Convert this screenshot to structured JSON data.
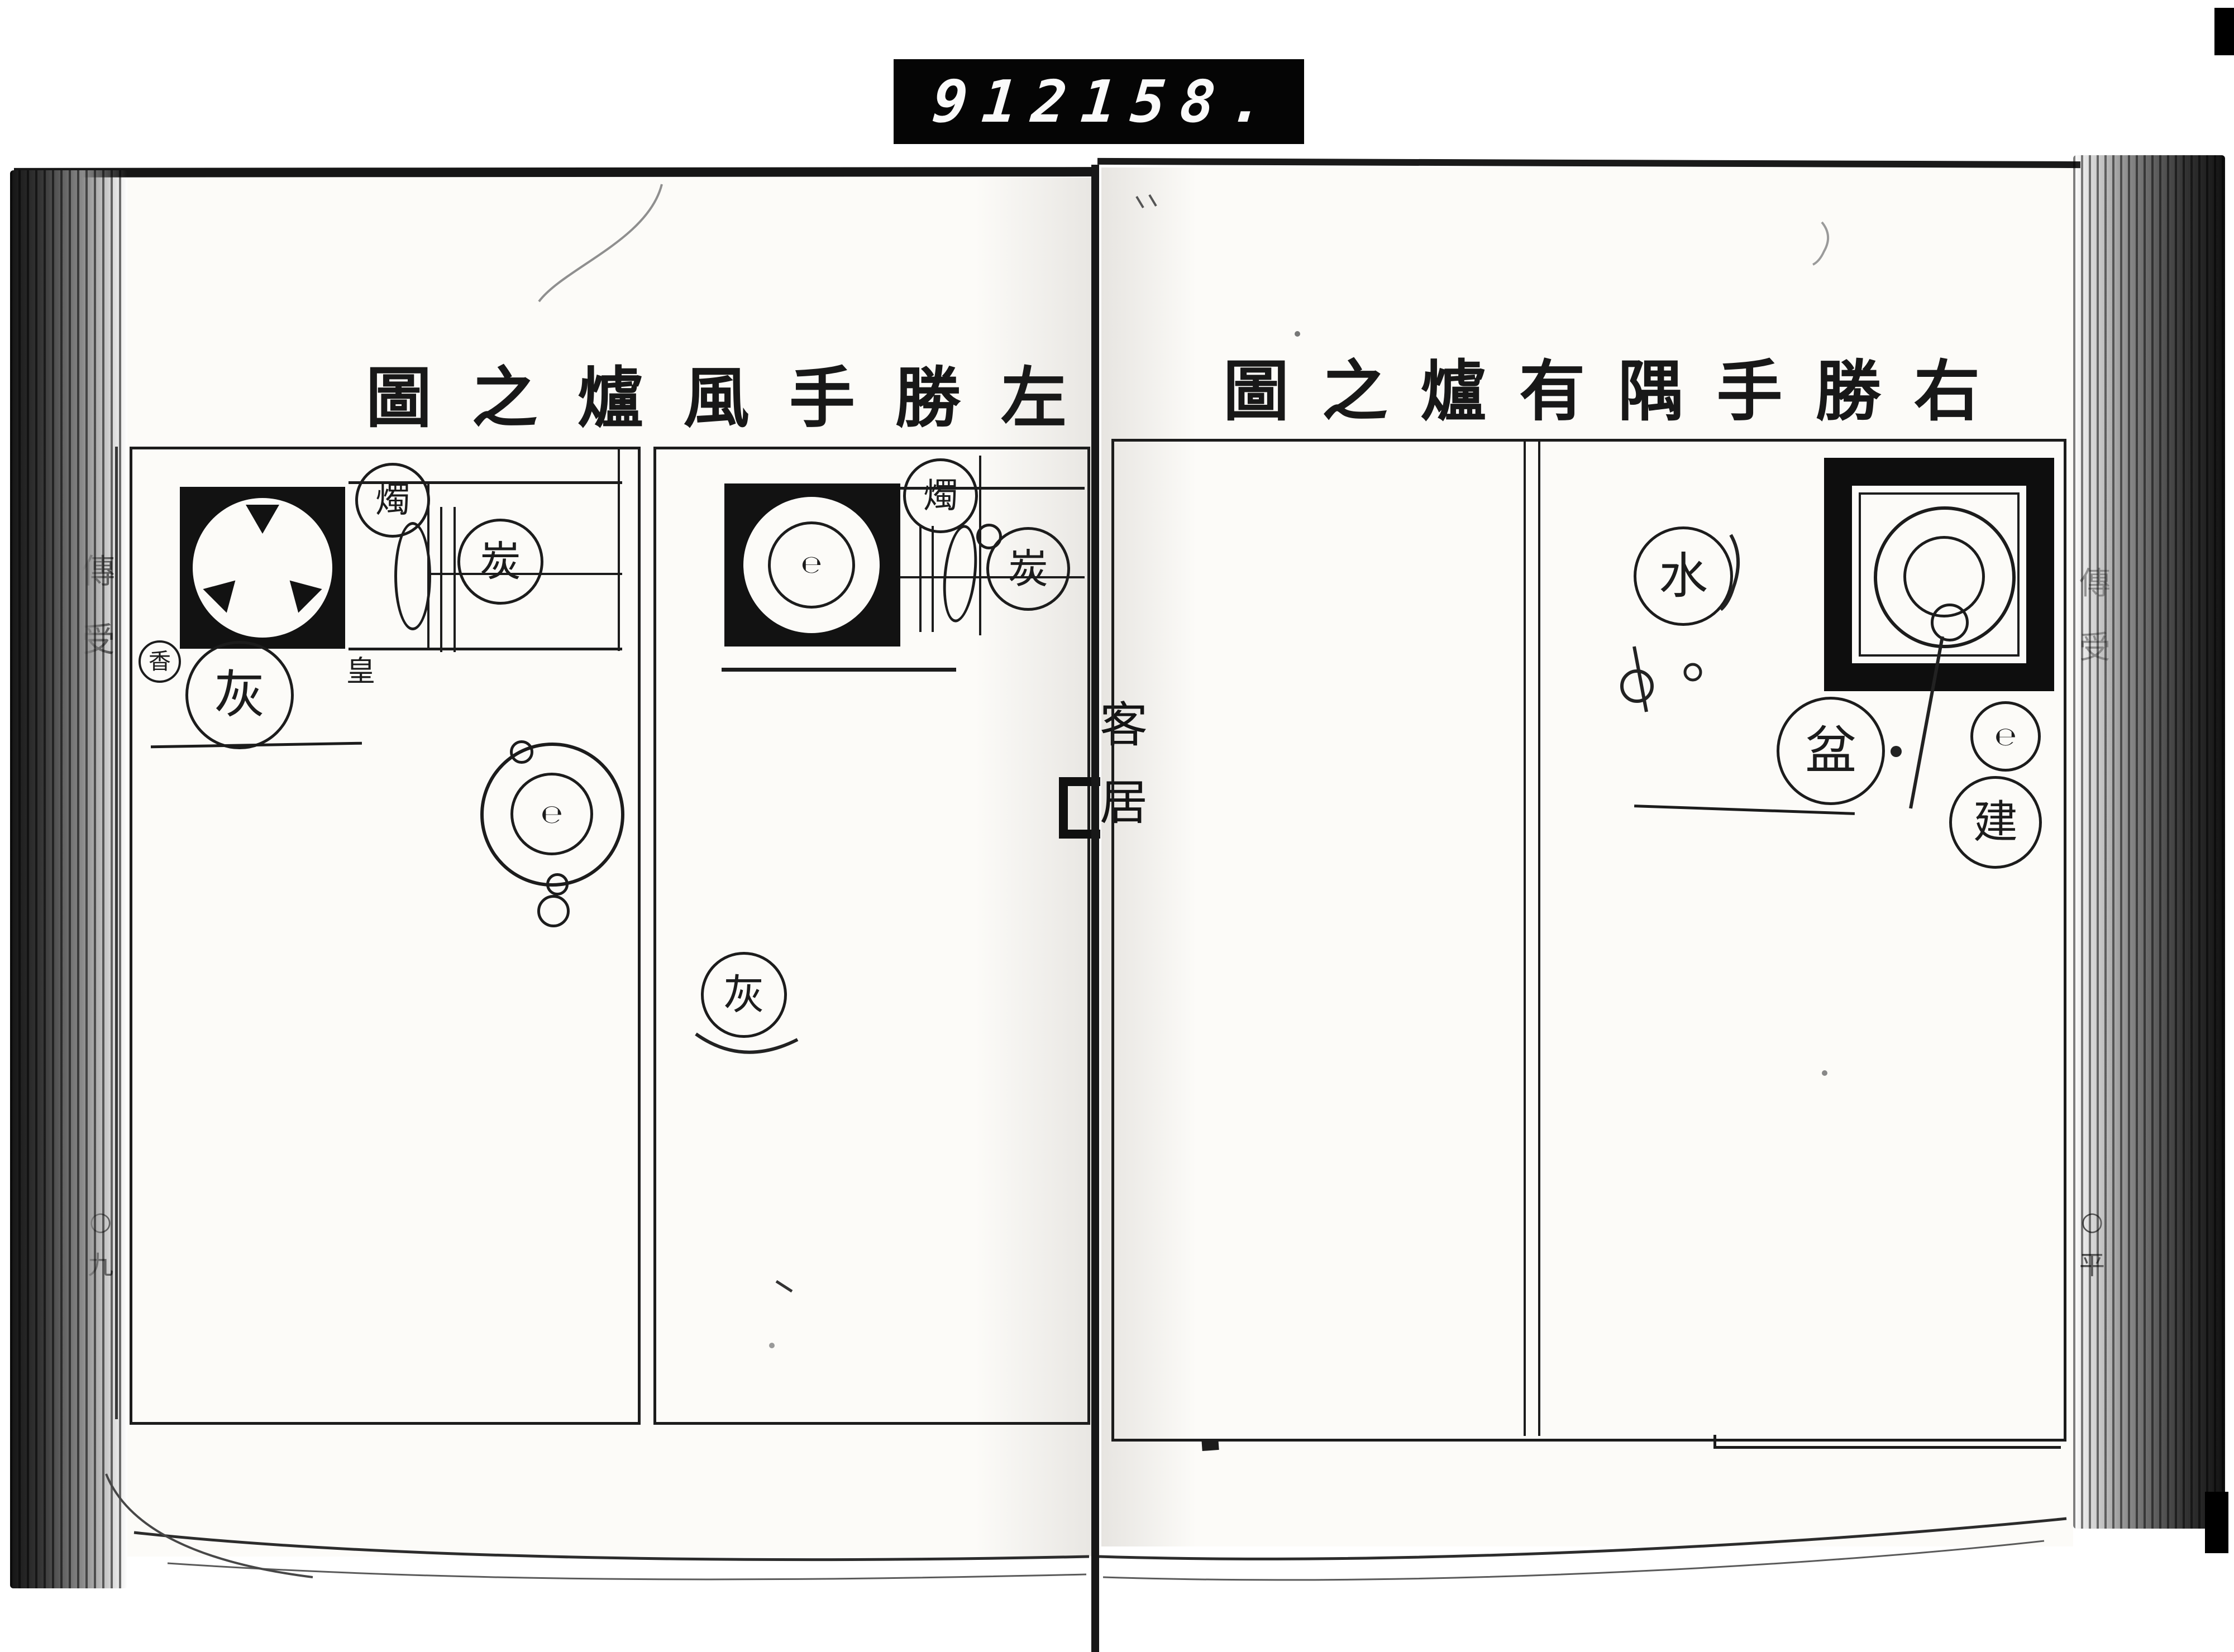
{
  "counter": {
    "left_digits": "912",
    "right_digits": "158."
  },
  "left_page": {
    "title": "左勝手風爐之圖",
    "title_display": [
      "圖",
      "之",
      "爐",
      "風",
      "手",
      "勝",
      "左"
    ],
    "diagram1": {
      "labels": {
        "candle": "燭",
        "charcoal": "炭",
        "incense": "香",
        "ash": "灰",
        "small_note": "皇"
      },
      "kettle_mark": "℮"
    },
    "diagram2": {
      "labels": {
        "candle": "燭",
        "charcoal": "炭",
        "ash": "灰"
      },
      "brazier_mark": "℮"
    }
  },
  "right_page": {
    "title": "右勝手隅有爐之圖",
    "title_display": [
      "圖",
      "之",
      "爐",
      "有",
      "隅",
      "手",
      "勝",
      "右"
    ],
    "labels": {
      "water": "水",
      "tray": "盆",
      "kensui": "建",
      "futaoki_mark": "℮"
    }
  },
  "fold": {
    "chars": [
      "客",
      "居"
    ]
  },
  "margins": {
    "left_top": [
      "傳",
      "受"
    ],
    "left_bottom": [
      "○",
      "九"
    ],
    "right_top": [
      "傳",
      "受"
    ],
    "right_bottom": [
      "○",
      "平"
    ]
  },
  "colors": {
    "ink": "#1c1c1c",
    "paper": "#fcfbf8",
    "counter_bg": "#050505",
    "counter_fg": "#fafafa"
  }
}
